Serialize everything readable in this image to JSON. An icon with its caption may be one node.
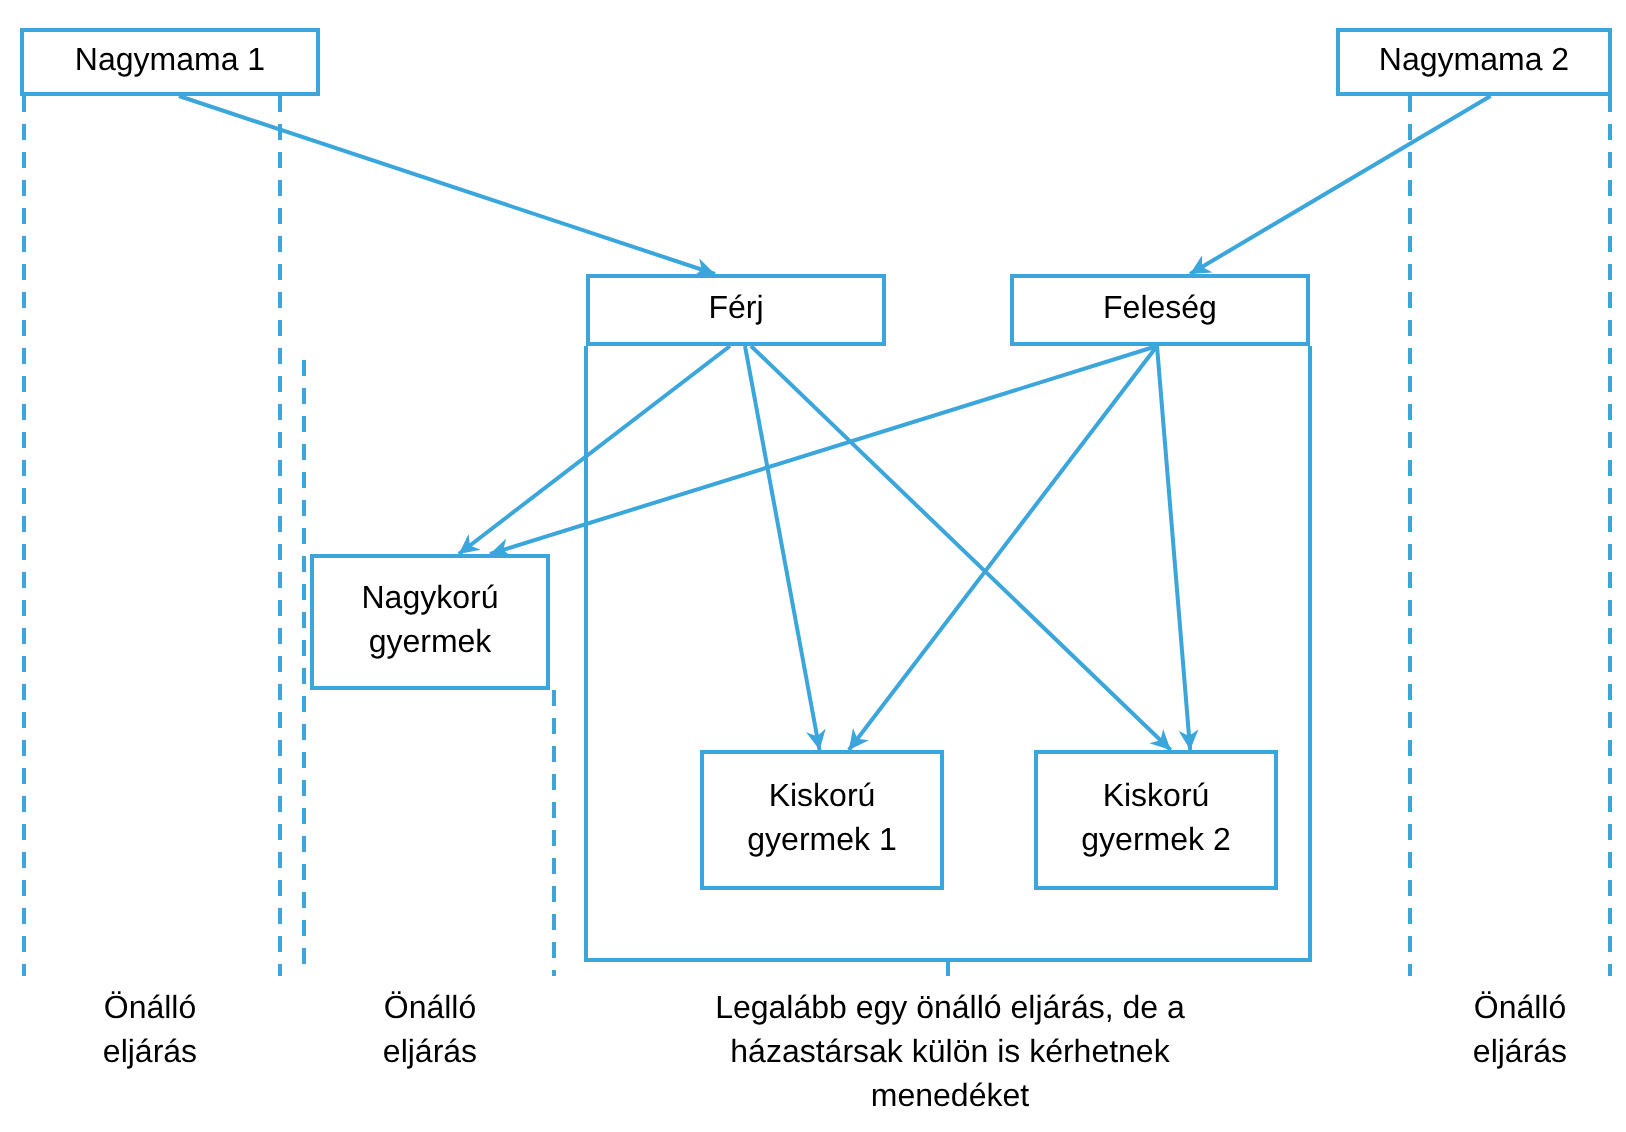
{
  "diagram": {
    "nodes": [
      {
        "text": [
          "Nagymama 1"
        ]
      },
      {
        "text": [
          "Nagymama 2"
        ]
      },
      {
        "text": [
          "Férj"
        ]
      },
      {
        "text": [
          "Feleség"
        ]
      },
      {
        "text": [
          "Nagykorú gyermek"
        ]
      },
      {
        "text": [
          "Kiskorú gyermek 1"
        ]
      },
      {
        "text": [
          "Kiskorú gyermek 2"
        ]
      }
    ],
    "edges": [
      {
        "from": 0,
        "to": 2,
        "arrow": "to"
      },
      {
        "from": 1,
        "to": 3,
        "arrow": "to"
      },
      {
        "from": 2,
        "to": 4,
        "arrow": "to"
      },
      {
        "from": 2,
        "to": 5,
        "arrow": "to"
      },
      {
        "from": 2,
        "to": 6,
        "arrow": "to"
      },
      {
        "from": 3,
        "to": 4,
        "arrow": "to"
      },
      {
        "from": 3,
        "to": 5,
        "arrow": "to"
      },
      {
        "from": 3,
        "to": 6,
        "arrow": "to"
      }
    ],
    "labels": [
      "Önálló eljárás",
      "Önálló eljárás",
      "Legalább egy önálló eljárás, de a házastársak külön is kérhetnek menedéket",
      "Önálló eljárás"
    ]
  }
}
